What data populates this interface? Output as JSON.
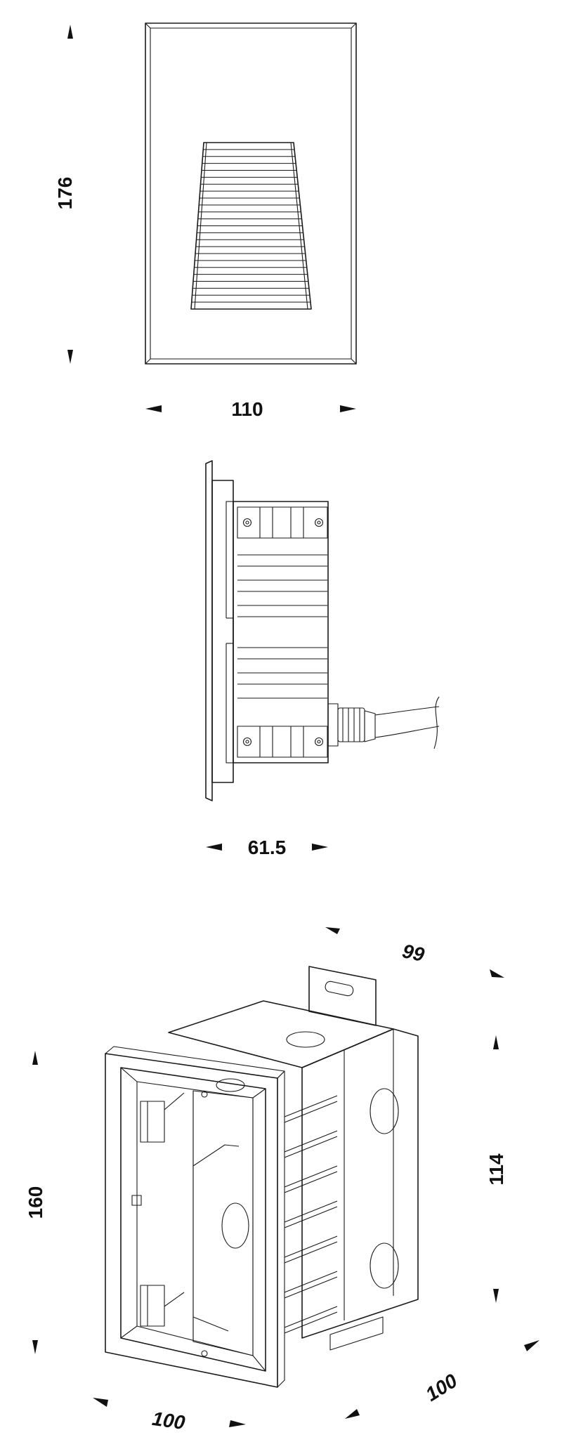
{
  "colors": {
    "line": "#1a1a1a",
    "background": "#ffffff"
  },
  "front_view": {
    "height_label": "176",
    "width_label": "110"
  },
  "side_view": {
    "depth_label": "61.5"
  },
  "box_view": {
    "top_label": "99",
    "right_label": "114",
    "left_label": "160",
    "bottom_left_label": "100",
    "bottom_right_label": "100"
  }
}
